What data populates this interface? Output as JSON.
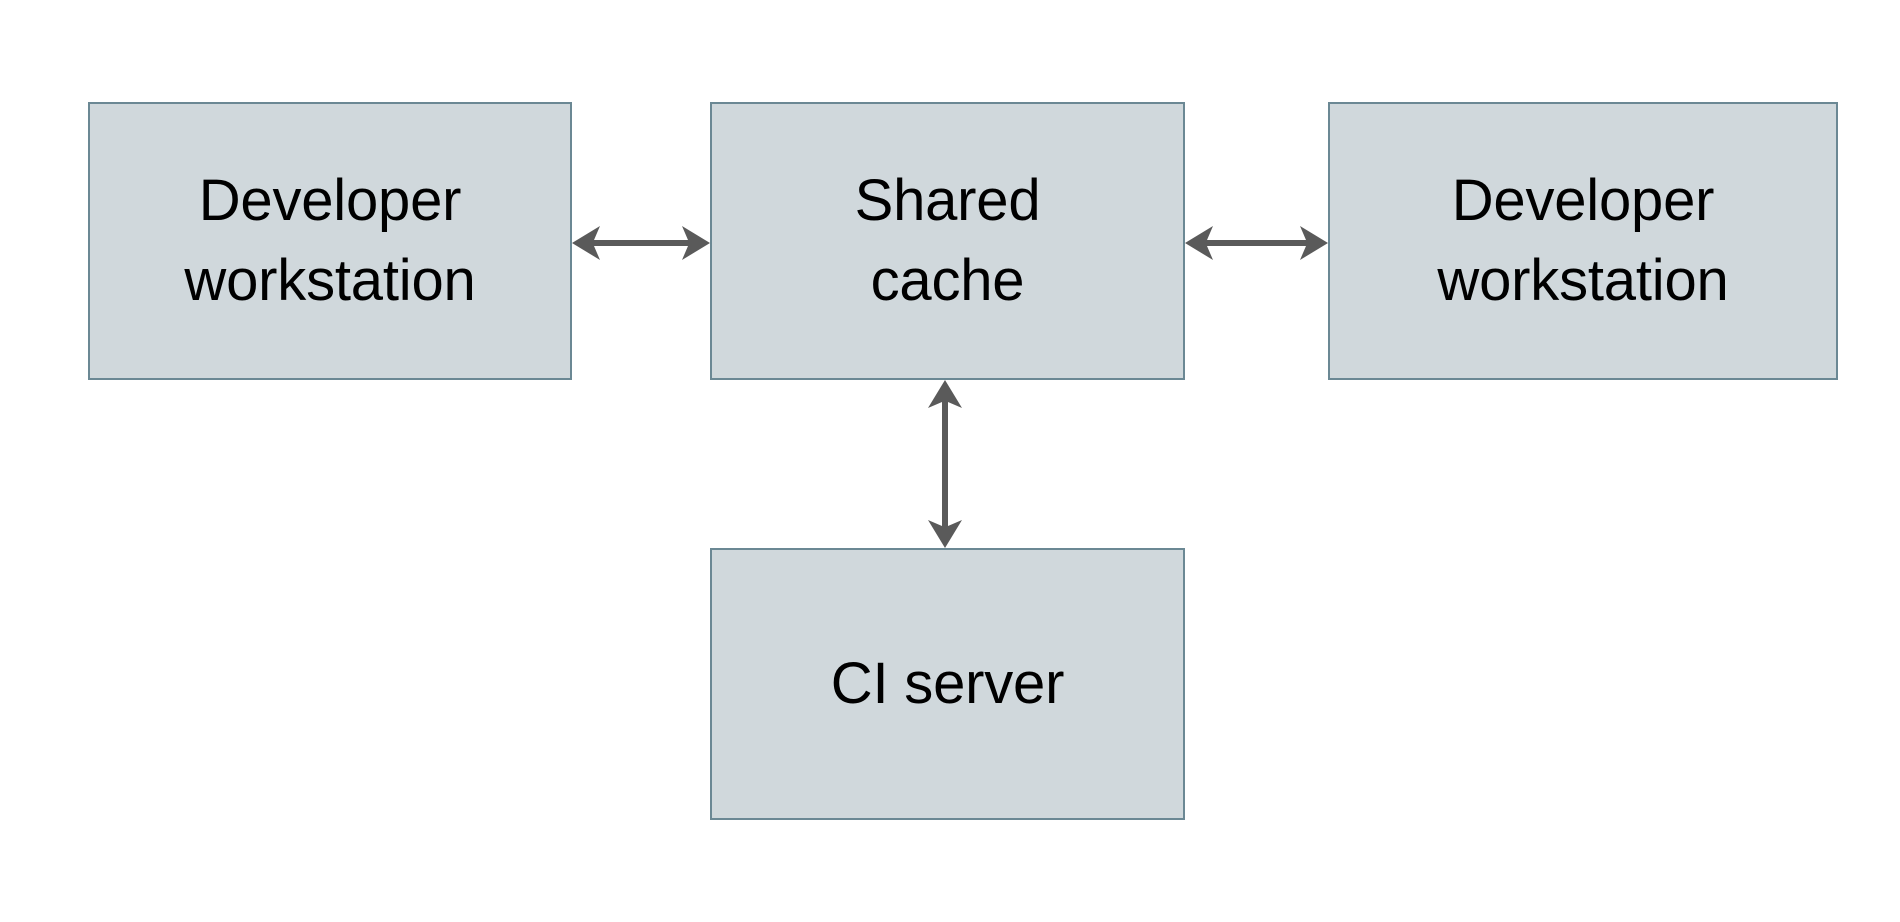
{
  "diagram": {
    "type": "block-diagram",
    "background_color": "#ffffff",
    "node_fill_color": "#d0d8dc",
    "node_border_color": "#6b8894",
    "edge_color": "#5a5a5a",
    "text_color": "#000000",
    "nodes": [
      {
        "id": "dev-left",
        "label": "Developer\nworkstation",
        "line1": "Developer",
        "line2": "workstation"
      },
      {
        "id": "shared-cache",
        "label": "Shared\ncache",
        "line1": "Shared",
        "line2": "cache"
      },
      {
        "id": "dev-right",
        "label": "Developer\nworkstation",
        "line1": "Developer",
        "line2": "workstation"
      },
      {
        "id": "ci-server",
        "label": "CI server",
        "line1": "CI server",
        "line2": ""
      }
    ],
    "edges": [
      {
        "id": "dev-left-to-shared-cache",
        "from": "dev-left",
        "to": "shared-cache",
        "direction": "bidirectional",
        "orientation": "horizontal",
        "label": ""
      },
      {
        "id": "shared-cache-to-dev-right",
        "from": "shared-cache",
        "to": "dev-right",
        "direction": "bidirectional",
        "orientation": "horizontal",
        "label": ""
      },
      {
        "id": "shared-cache-to-ci-server",
        "from": "shared-cache",
        "to": "ci-server",
        "direction": "bidirectional",
        "orientation": "vertical",
        "label": ""
      }
    ]
  }
}
